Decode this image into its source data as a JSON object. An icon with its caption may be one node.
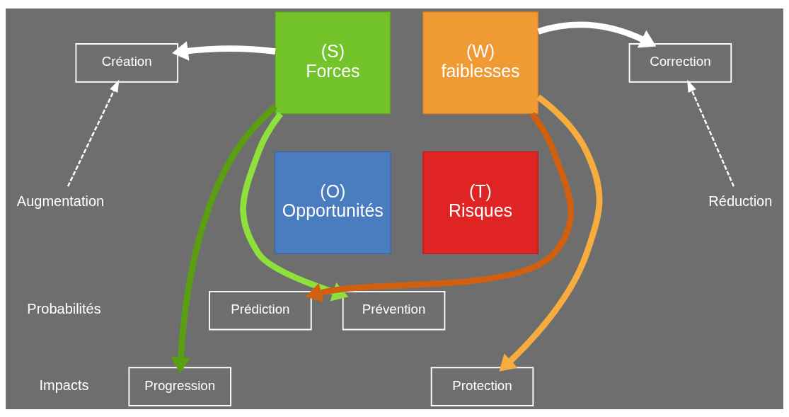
{
  "diagram": {
    "nodes": [
      {
        "text": [
          "Création"
        ]
      },
      {
        "text": [
          "(S)",
          "Forces"
        ]
      },
      {
        "text": [
          "(W)",
          "faiblesses"
        ]
      },
      {
        "text": [
          "Correction"
        ]
      },
      {
        "text": [
          "(O)",
          "Opportunités"
        ]
      },
      {
        "text": [
          "(T)",
          "Risques"
        ]
      },
      {
        "text": [
          "Prédiction"
        ]
      },
      {
        "text": [
          "Prévention"
        ]
      },
      {
        "text": [
          "Progression"
        ]
      },
      {
        "text": [
          "Protection"
        ]
      },
      {
        "text": [
          "Augmentation"
        ]
      },
      {
        "text": [
          "Réduction"
        ]
      }
    ],
    "edges": [
      {
        "from": 1,
        "to": 0,
        "arrow": "to",
        "color": "#ffffff"
      },
      {
        "from": 2,
        "to": 3,
        "arrow": "to",
        "color": "#ffffff"
      },
      {
        "from": 10,
        "to": 0,
        "arrow": "to",
        "style": "dashed",
        "color": "#ffffff"
      },
      {
        "from": 11,
        "to": 3,
        "arrow": "to",
        "style": "dashed",
        "color": "#ffffff"
      },
      {
        "from": 1,
        "to": 8,
        "arrow": "to",
        "color": "#5a9e12"
      },
      {
        "from": 1,
        "to": 7,
        "arrow": "to",
        "color": "#8ee03a"
      },
      {
        "from": 2,
        "to": 9,
        "arrow": "to",
        "color": "#f7ad3e"
      },
      {
        "from": 2,
        "to": 6,
        "arrow": "to",
        "color": "#d0600f"
      }
    ],
    "labels": [
      "Probabilités",
      "Impacts"
    ]
  }
}
